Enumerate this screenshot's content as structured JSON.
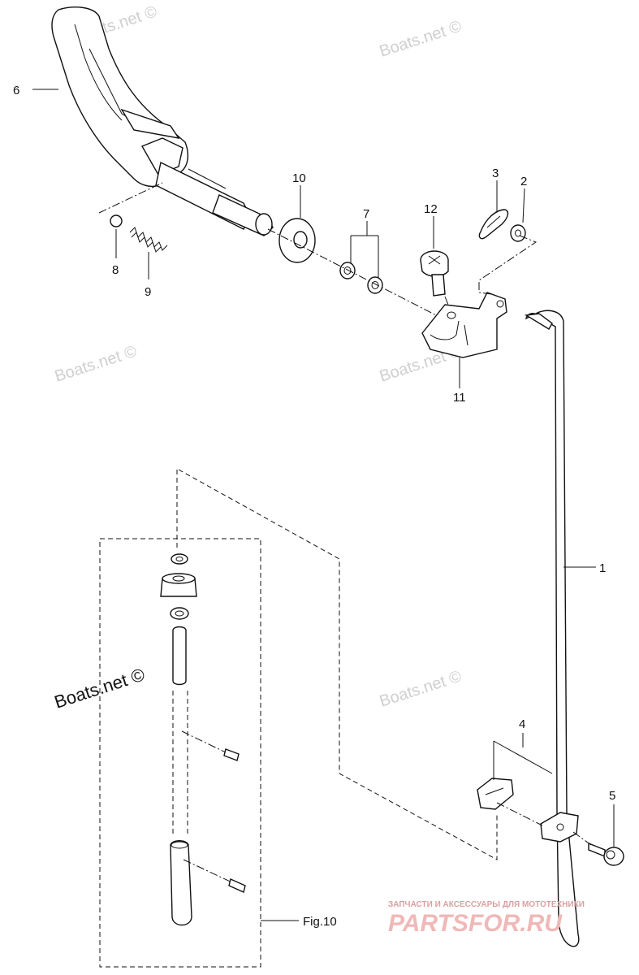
{
  "callouts": {
    "c1": "1",
    "c2": "2",
    "c3": "3",
    "c4": "4",
    "c5": "5",
    "c6": "6",
    "c7": "7",
    "c8": "8",
    "c9": "9",
    "c10": "10",
    "c11": "11",
    "c12": "12"
  },
  "figure_ref": "Fig.10",
  "watermarks": {
    "light": "Boats.net ©",
    "dark": "Boats.net ©"
  },
  "brand": {
    "tagline": "ЗАПЧАСТИ И АКСЕССУАРЫ ДЛЯ МОТОТЕХНИКИ",
    "name": "PARTSFOR.RU"
  }
}
